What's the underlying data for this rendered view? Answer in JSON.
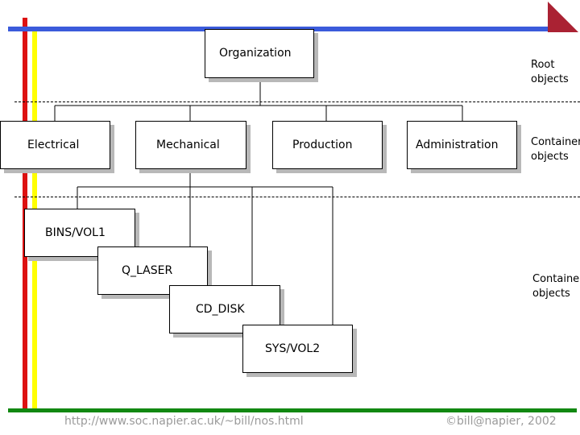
{
  "colors": {
    "red": "#dd1111",
    "yellow": "#ffff00",
    "blue": "#3b5bdb",
    "green": "#118811",
    "shadow": "#b8b8b8"
  },
  "tree": {
    "root": "Organization",
    "level1": [
      "Electrical",
      "Mechanical",
      "Production",
      "Administration"
    ],
    "level2": [
      "BINS/VOL1",
      "Q_LASER",
      "CD_DISK",
      "SYS/VOL2"
    ]
  },
  "side_labels": {
    "root": [
      "Root",
      "objects"
    ],
    "container1": [
      "Container",
      "objects"
    ],
    "container2": [
      "Containe",
      "objects"
    ]
  },
  "footer": {
    "url": "http://www.soc.napier.ac.uk/~bill/nos.html",
    "copyright": "©bill@napier, 2002"
  }
}
